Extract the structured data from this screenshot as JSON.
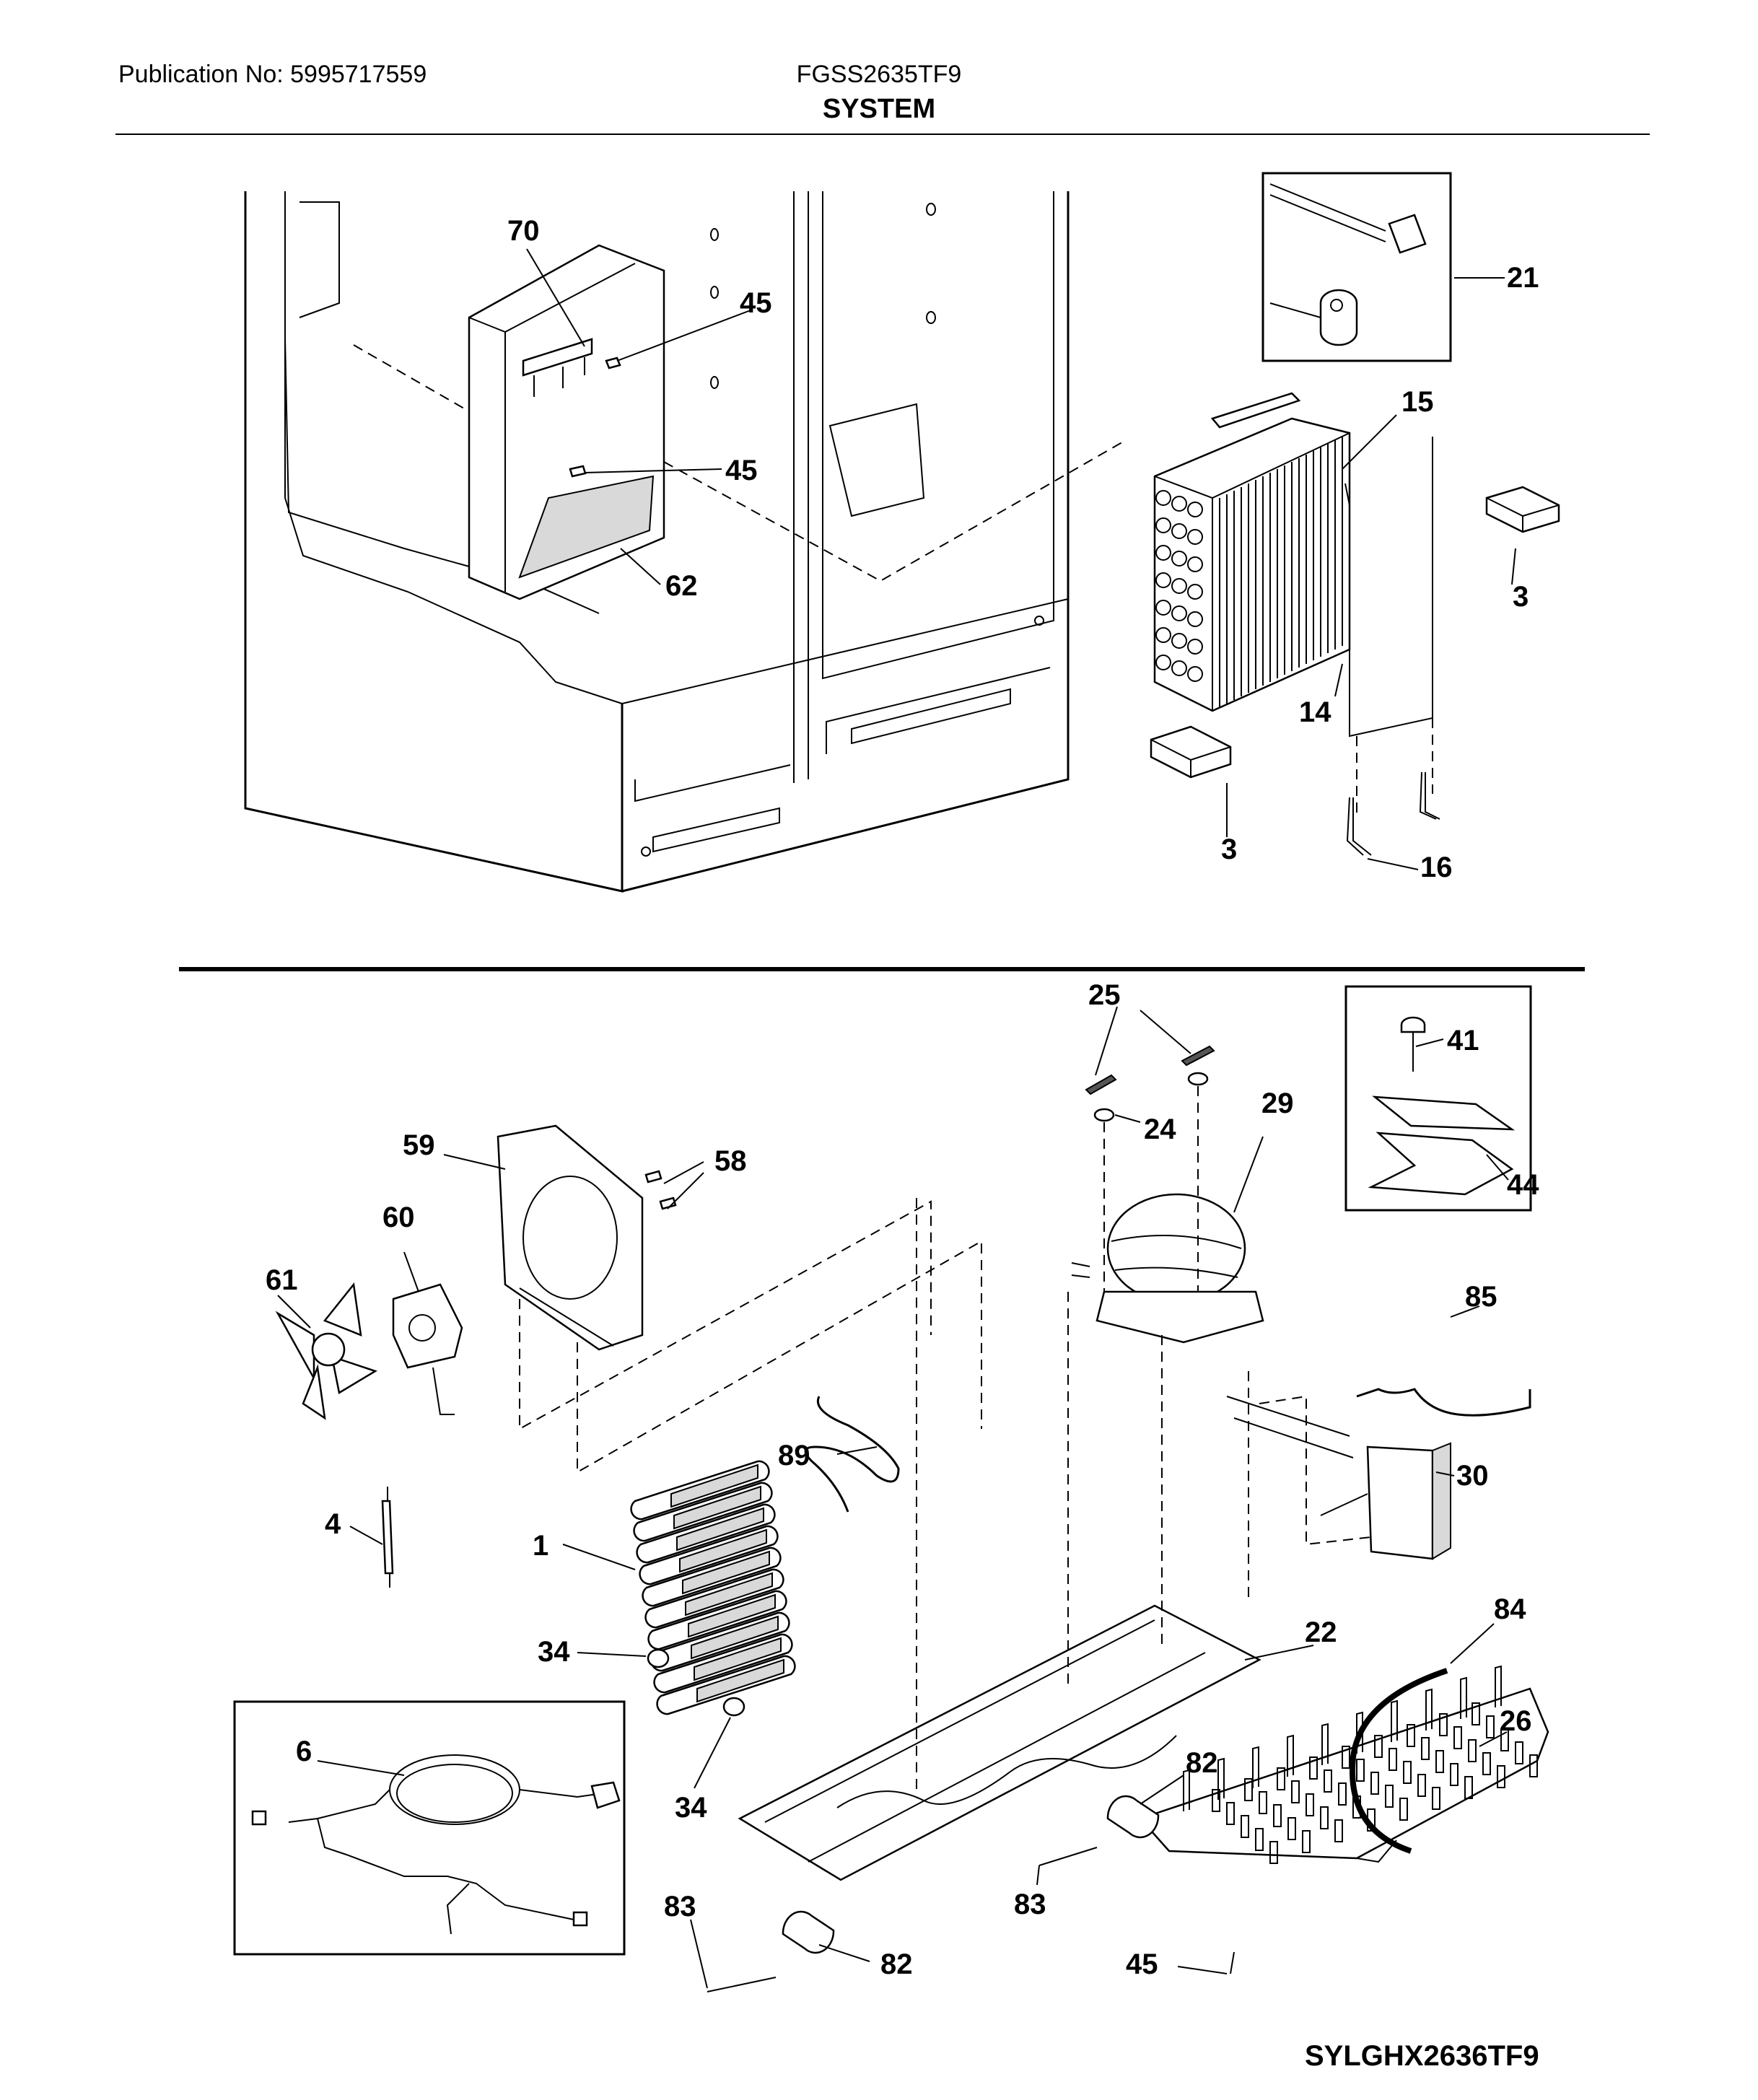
{
  "header": {
    "publication": "Publication No: 5995717559",
    "model": "FGSS2635TF9",
    "section": "SYSTEM"
  },
  "diagram_code": "SYLGHX2636TF9",
  "callouts": {
    "c70": "70",
    "c45a": "45",
    "c45b": "45",
    "c62": "62",
    "c21": "21",
    "c15": "15",
    "c3a": "3",
    "c14": "14",
    "c3b": "3",
    "c16": "16",
    "c25": "25",
    "c24": "24",
    "c29": "29",
    "c41": "41",
    "c44": "44",
    "c59": "59",
    "c58": "58",
    "c60": "60",
    "c61": "61",
    "c85": "85",
    "c30": "30",
    "c89": "89",
    "c4": "4",
    "c1": "1",
    "c34a": "34",
    "c22": "22",
    "c84": "84",
    "c6": "6",
    "c26": "26",
    "c34b": "34",
    "c82a": "82",
    "c83a": "83",
    "c83b": "83",
    "c82b": "82",
    "c45c": "45"
  }
}
